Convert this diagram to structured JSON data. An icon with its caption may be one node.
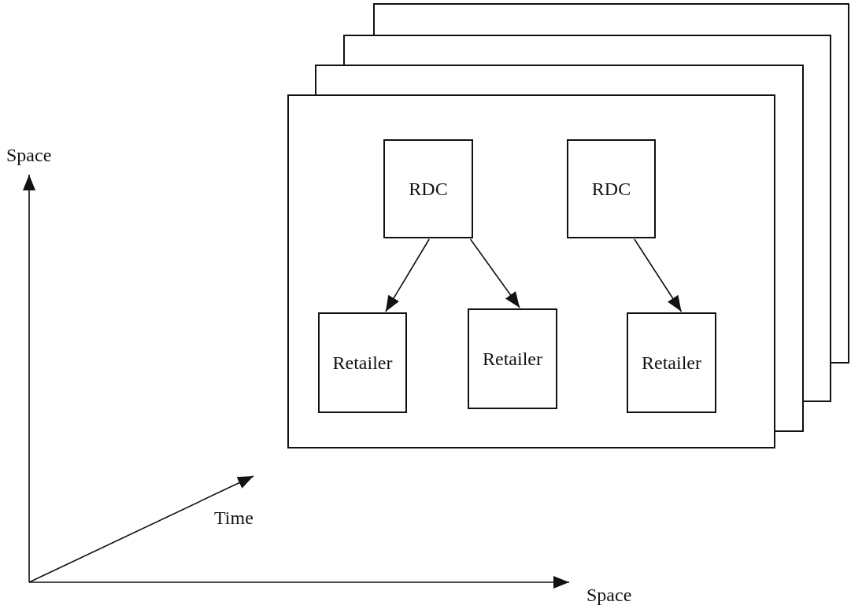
{
  "diagram": {
    "nodes": [
      {
        "text": [],
        "shape": "box"
      },
      {
        "text": [
          "RDC"
        ],
        "in": 0
      },
      {
        "text": [
          "RDC"
        ],
        "in": 0
      },
      {
        "text": [
          "Retailer"
        ],
        "in": 0
      },
      {
        "text": [
          "Retailer"
        ],
        "in": 0
      },
      {
        "text": [
          "Retailer"
        ],
        "in": 0
      }
    ],
    "edges": [
      {
        "from": 1,
        "to": 3,
        "arrow": "to"
      },
      {
        "from": 1,
        "to": 4,
        "arrow": "to"
      },
      {
        "from": 2,
        "to": 5,
        "arrow": "to"
      }
    ],
    "labels": [
      "Space",
      "Time",
      "Space"
    ]
  }
}
